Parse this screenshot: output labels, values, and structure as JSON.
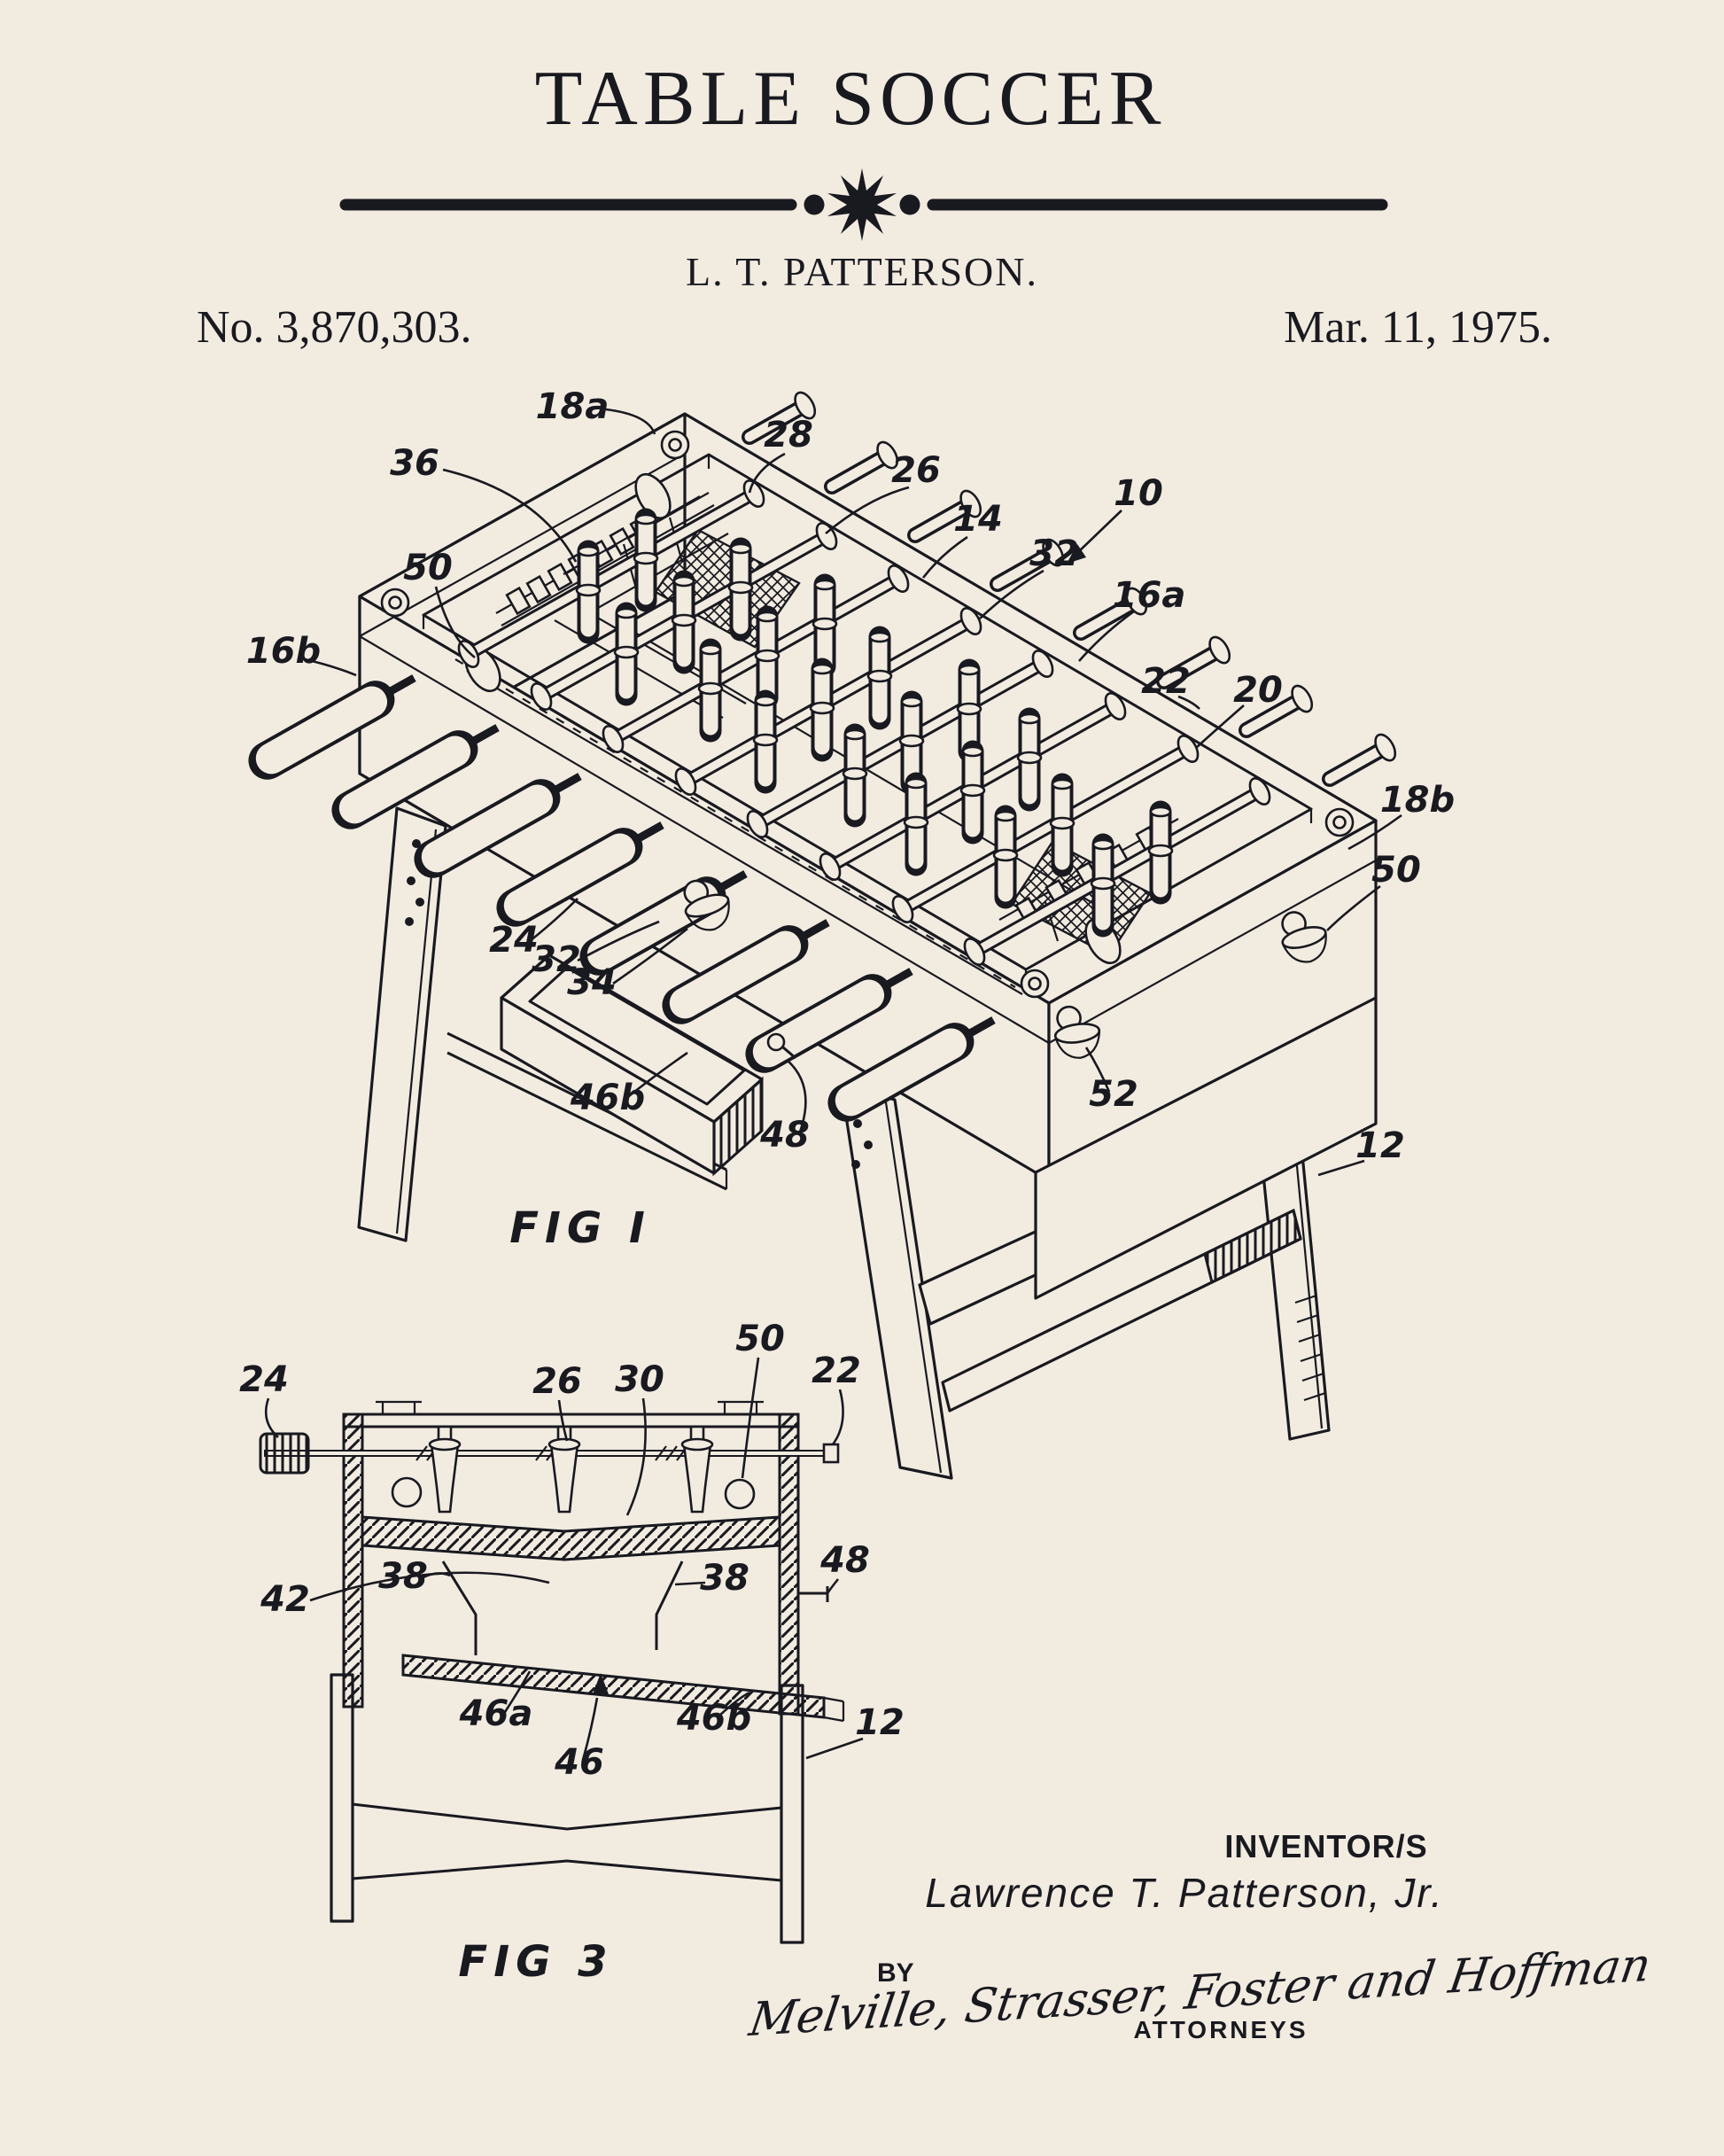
{
  "page": {
    "background": "#f2ebe0",
    "ink": "#191920"
  },
  "header": {
    "title": "TABLE SOCCER",
    "author_line": "L. T. PATTERSON.",
    "patent_number": "No. 3,870,303.",
    "issue_date": "Mar. 11, 1975."
  },
  "figure1": {
    "caption": "FIG I",
    "reference_labels": {
      "r18a": "18a",
      "r36": "36",
      "r50_left": "50",
      "r28": "28",
      "r26": "26",
      "r14": "14",
      "r10": "10",
      "r32_upper": "32",
      "r16a": "16a",
      "r22": "22",
      "r20": "20",
      "r16b": "16b",
      "r18b": "18b",
      "r50_right": "50",
      "r24": "24",
      "r32_lower": "32",
      "r34": "34",
      "r46b": "46b",
      "r48": "48",
      "r52": "52",
      "r12": "12"
    }
  },
  "figure3": {
    "caption": "FIG 3",
    "reference_labels": {
      "r24": "24",
      "r26": "26",
      "r30": "30",
      "r50": "50",
      "r22": "22",
      "r38_left": "38",
      "r38_right": "38",
      "r42": "42",
      "r48": "48",
      "r46a": "46a",
      "r46b": "46b",
      "r46": "46",
      "r12": "12"
    }
  },
  "signature_block": {
    "inventor_heading": "INVENTOR/S",
    "inventor_name": "Lawrence  T. Patterson, Jr.",
    "by_label": "BY",
    "attorneys_signature": "Melville, Strasser, Foster and Hoffman",
    "attorneys_label": "ATTORNEYS"
  }
}
